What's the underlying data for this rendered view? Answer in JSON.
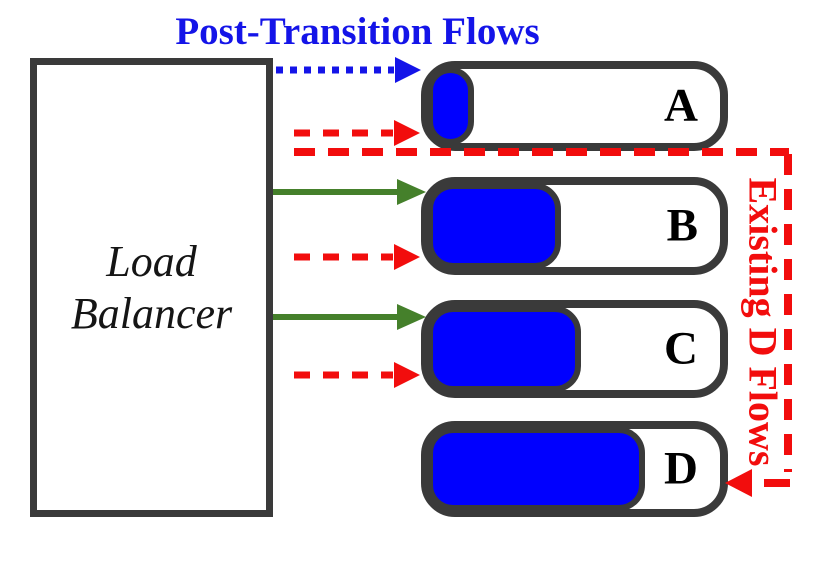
{
  "title": {
    "label": "Post-Transition Flows"
  },
  "load_balancer": {
    "line1": "Load",
    "line2": "Balancer"
  },
  "servers": [
    {
      "label": "A",
      "load_percent": 16
    },
    {
      "label": "B",
      "load_percent": 46
    },
    {
      "label": "C",
      "load_percent": 53
    },
    {
      "label": "D",
      "load_percent": 75
    }
  ],
  "side_label": {
    "label": "Existing D Flows"
  },
  "flows": [
    {
      "name": "post-transition-to-A",
      "line_style": "dotted",
      "color_key": "blue",
      "from": "Load Balancer",
      "to": "A"
    },
    {
      "name": "existing-to-A",
      "line_style": "dashed",
      "color_key": "red",
      "from": "Load Balancer",
      "to": "A"
    },
    {
      "name": "solid-to-B",
      "line_style": "solid",
      "color_key": "green",
      "from": "Load Balancer",
      "to": "B"
    },
    {
      "name": "existing-to-B",
      "line_style": "dashed",
      "color_key": "red",
      "from": "Load Balancer",
      "to": "B"
    },
    {
      "name": "solid-to-C",
      "line_style": "solid",
      "color_key": "green",
      "from": "Load Balancer",
      "to": "C"
    },
    {
      "name": "existing-to-C",
      "line_style": "dashed",
      "color_key": "red",
      "from": "Load Balancer",
      "to": "C"
    },
    {
      "name": "existing-D-flows",
      "line_style": "dashed",
      "color_key": "red",
      "from": "Load Balancer",
      "to": "D"
    }
  ],
  "colors": {
    "blue": "#1414e8",
    "red": "#f20d0d",
    "green": "#45802b",
    "border": "#3a3a3a",
    "fill": "#0000ff"
  }
}
